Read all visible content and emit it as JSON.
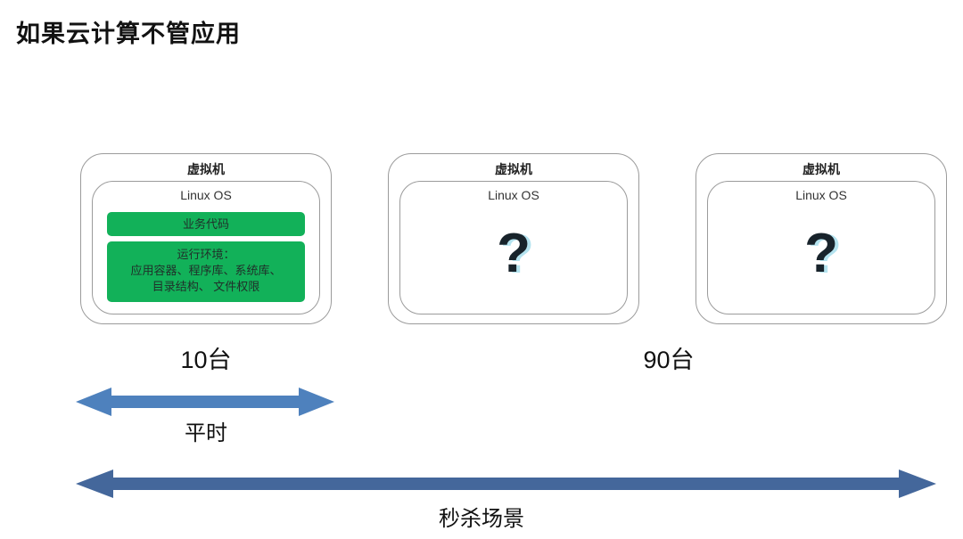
{
  "title": "如果云计算不管应用",
  "colors": {
    "green_block": "#12B159",
    "short_arrow": "#4E81BD",
    "long_arrow": "#44679B",
    "box_border": "#9B9B9B"
  },
  "vms": [
    {
      "title": "虚拟机",
      "os": "Linux OS",
      "code_block": "业务代码",
      "env_lines": [
        "运行环境：",
        "应用容器、程序库、系统库、",
        "目录结构、 文件权限"
      ]
    },
    {
      "title": "虚拟机",
      "os": "Linux OS",
      "question_mark": "?"
    },
    {
      "title": "虚拟机",
      "os": "Linux OS",
      "question_mark": "?"
    }
  ],
  "counts": {
    "left_group": "10台",
    "right_group": "90台"
  },
  "arrows": {
    "short": {
      "label": "平时"
    },
    "long": {
      "label": "秒杀场景"
    }
  }
}
